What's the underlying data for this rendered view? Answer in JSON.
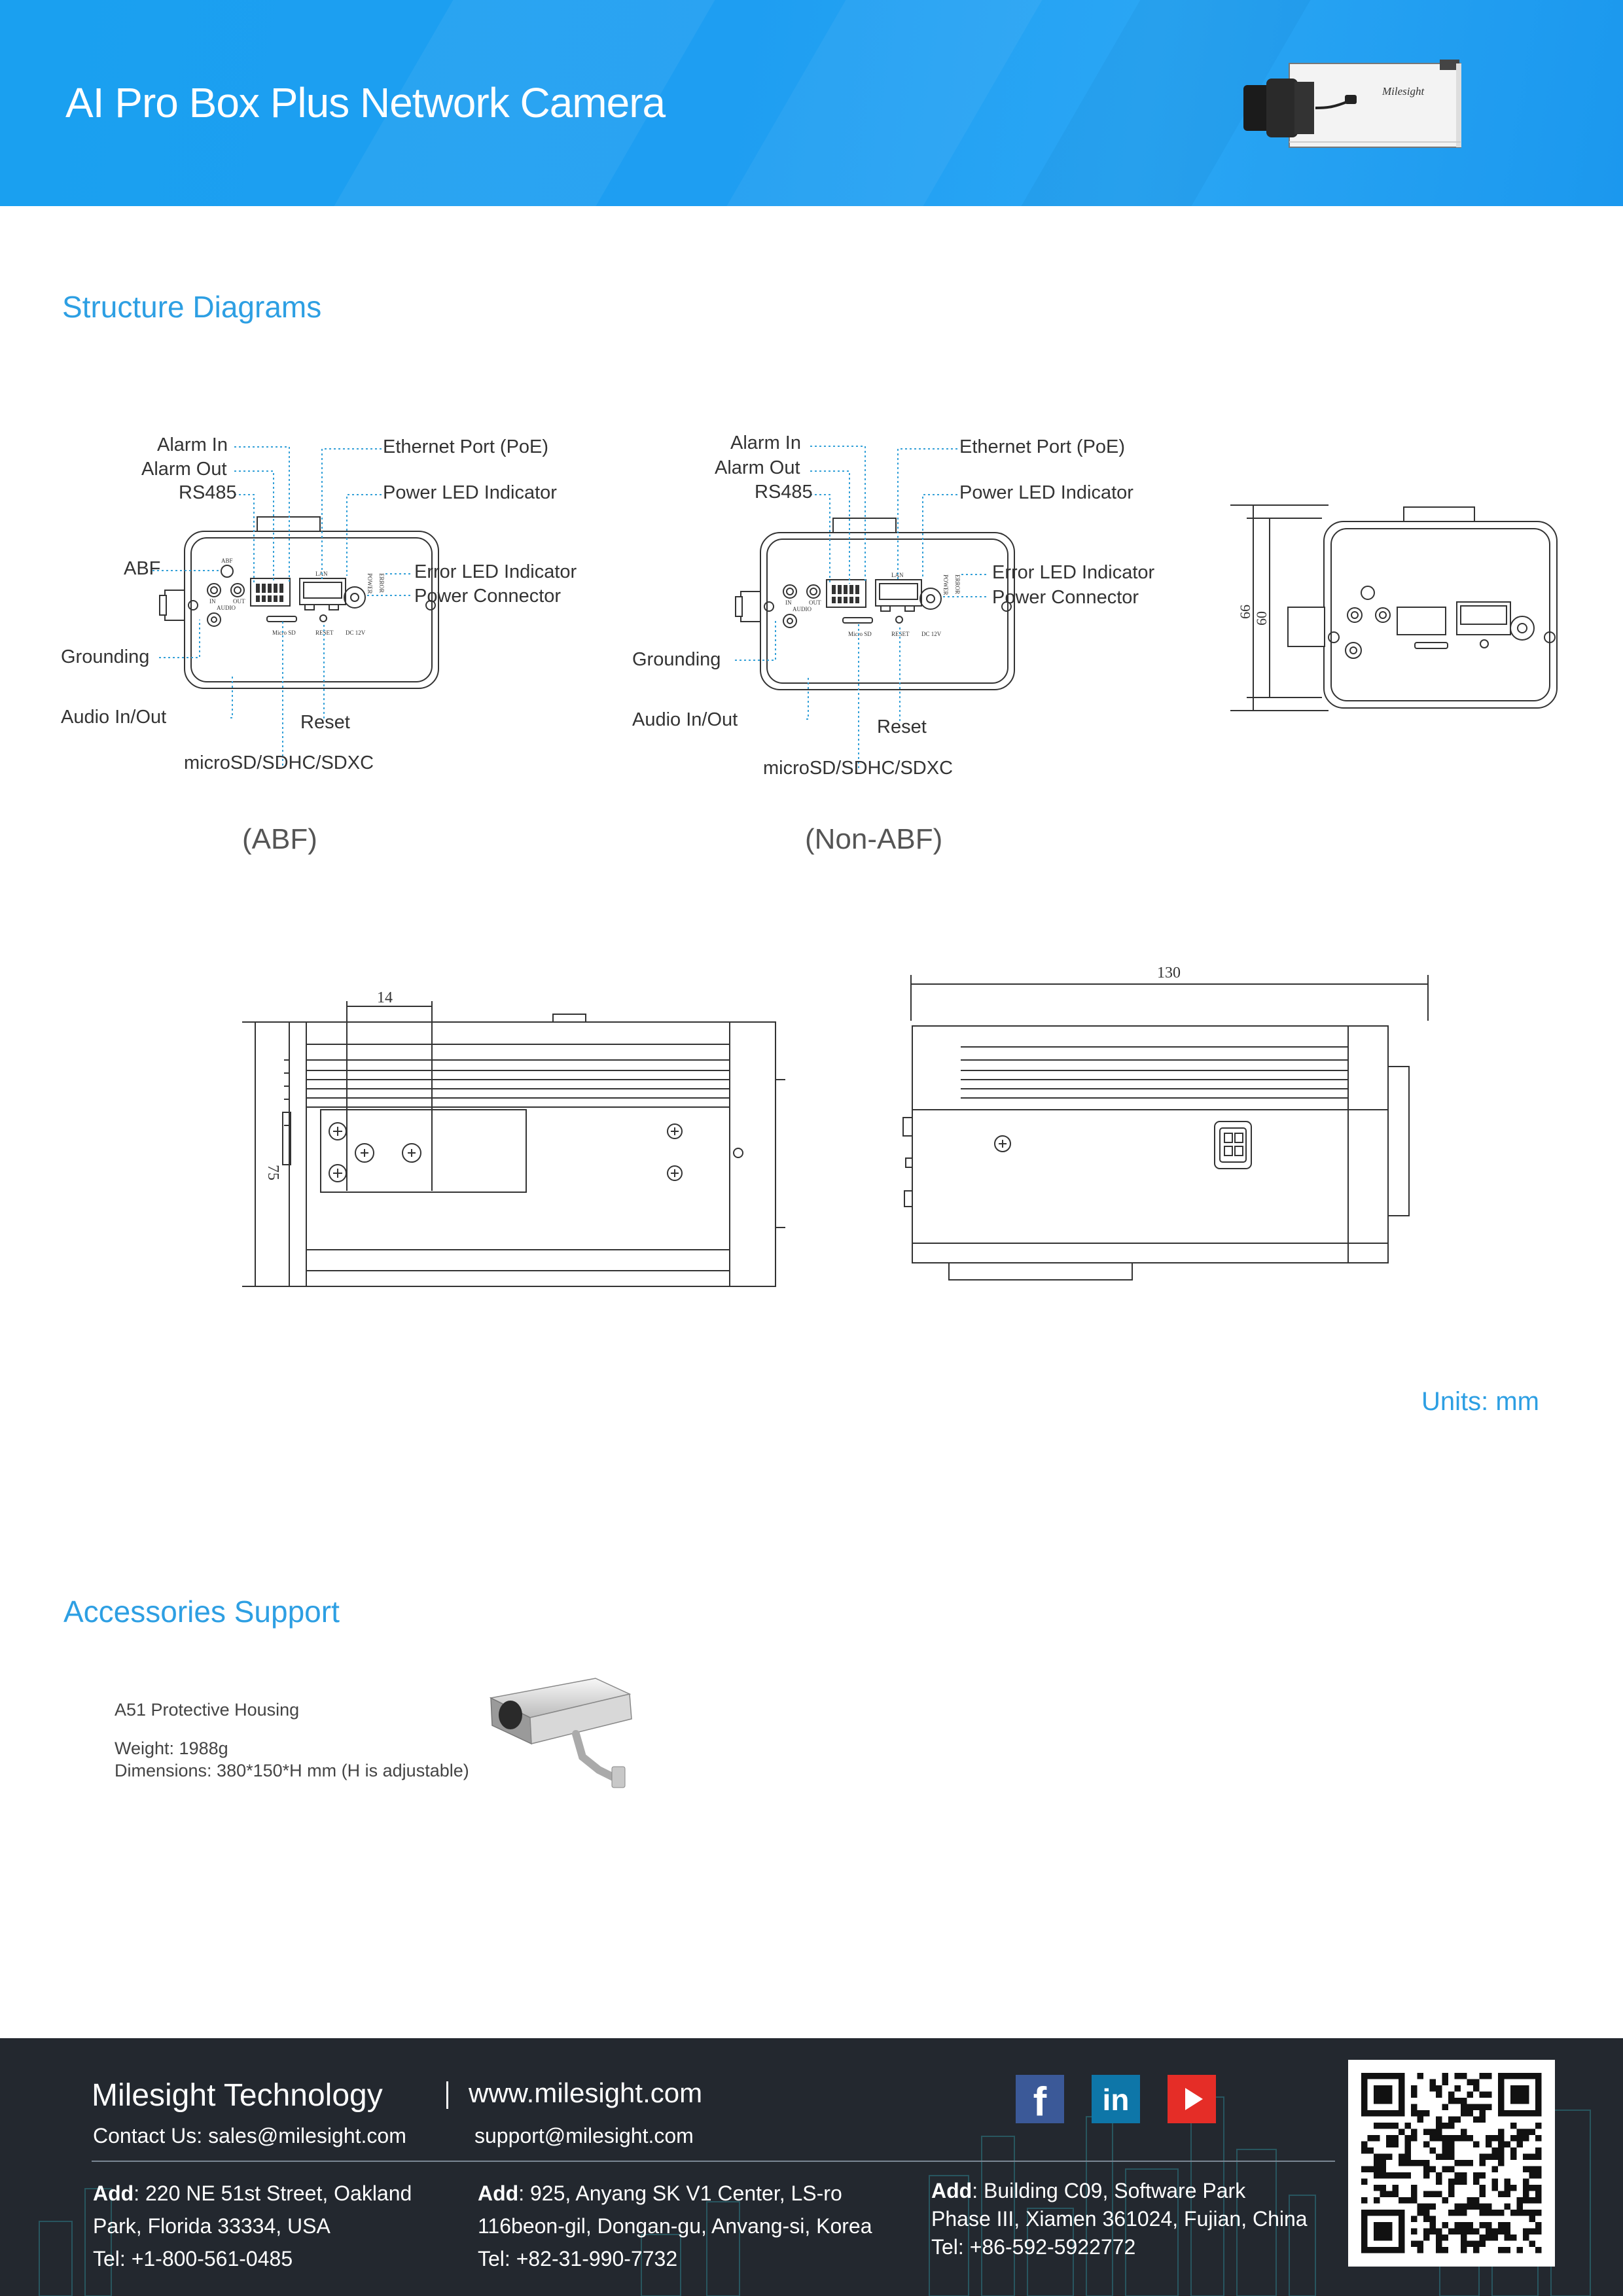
{
  "header": {
    "title": "AI Pro Box Plus Network Camera",
    "product_logo": "Milesight"
  },
  "structure": {
    "title": "Structure Diagrams",
    "panel_labels": {
      "alarm_in": "Alarm In",
      "alarm_out": "Alarm Out",
      "rs485": "RS485",
      "abf": "ABF",
      "grounding": "Grounding",
      "audio": "Audio In/Out",
      "ethernet": "Ethernet Port (PoE)",
      "power_led": "Power LED Indicator",
      "error_led": "Error LED Indicator",
      "power_connector": "Power Connector",
      "reset": "Reset",
      "microsd": "microSD/SDHC/SDXC"
    },
    "panel_print": {
      "abf": "ABF",
      "in": "IN",
      "out": "OUT",
      "audio": "AUDIO",
      "lan": "LAN",
      "power": "POWER",
      "error": "ERROR",
      "micro_sd": "Micro SD",
      "reset": "RESET",
      "dc": "DC 12V"
    },
    "caption_abf": "(ABF)",
    "caption_non_abf": "(Non-ABF)",
    "dims": {
      "d66": "66",
      "d60": "60",
      "d14": "14",
      "d75": "75",
      "d130": "130"
    },
    "units": "Units: mm"
  },
  "accessories": {
    "title": "Accessories Support",
    "items": [
      {
        "name": "A51 Protective Housing",
        "weight": "Weight: 1988g",
        "dimensions": "Dimensions: 380*150*H mm (H is adjustable)"
      }
    ]
  },
  "footer": {
    "company": "Milesight Technology",
    "website": "www.milesight.com",
    "contact_label": "Contact Us: sales@milesight.com",
    "support": "support@milesight.com",
    "offices": [
      {
        "bold": "Add",
        "line1": ": 220 NE 51st Street, Oakland",
        "line2": "Park, Florida 33334, USA",
        "tel_label": "Tel: ",
        "tel": "+1-800-561-0485"
      },
      {
        "bold": "Add",
        "line1": ": 925, Anyang SK V1 Center, LS-ro",
        "line2": "116beon-gil, Dongan-gu, Anvang-si, Korea",
        "tel_label": "Tel: ",
        "tel": "+82-31-990-7732"
      },
      {
        "bold": "Add",
        "line1": ": Building C09, Software Park",
        "line2": "Phase III, Xiamen 361024, Fujian, China",
        "tel_label": "Tel: ",
        "tel": "+86-592-5922772"
      }
    ],
    "social": {
      "facebook": "f",
      "linkedin": "in"
    },
    "colors": {
      "facebook": "#3b5998",
      "linkedin": "#0e76a8",
      "youtube": "#e52d27"
    }
  }
}
